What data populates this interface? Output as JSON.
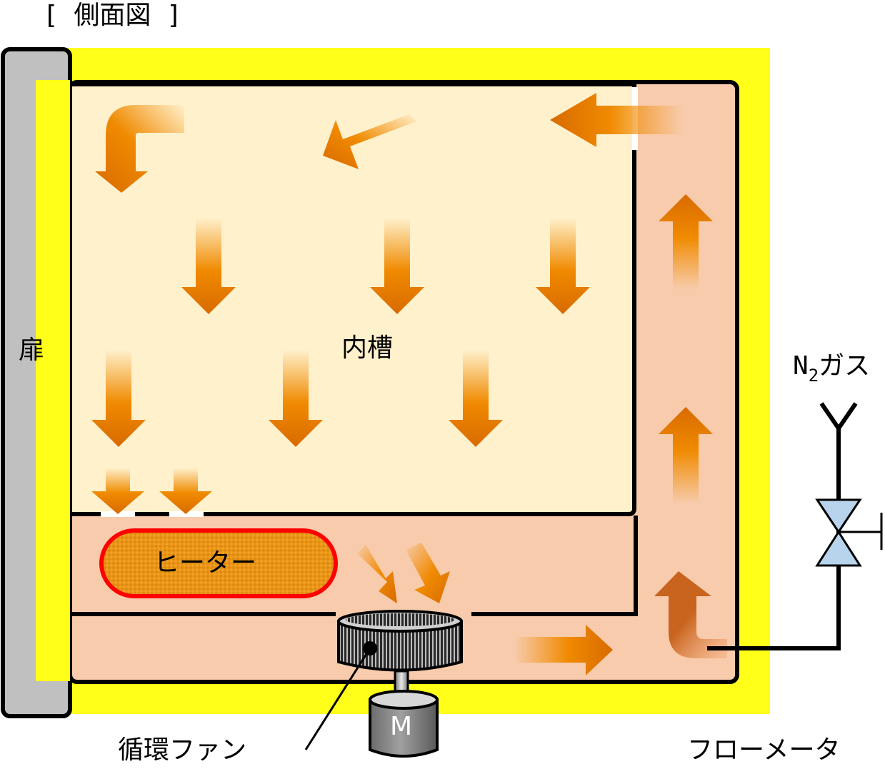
{
  "labels": {
    "view_title": "[ 側面図 ]",
    "door": "扉",
    "inner_chamber": "内槽",
    "heater": "ヒーター",
    "gas_n": "N",
    "gas_sub": "2",
    "gas_rest": "ガス",
    "fan": "循環ファン",
    "motor": "M",
    "flowmeter": "フローメータ"
  },
  "colors": {
    "insulation": "#ffff1a",
    "outer_chamber": "#f7cbab",
    "inner_chamber": "#fff1cc",
    "door": "#c0c0c0",
    "heater_fill": "#f0a020",
    "heater_border": "#ff0000",
    "arrow_orange": "#f08a00",
    "arrow_brown": "#c8641e",
    "valve": "#b8d4ec",
    "outline": "#000000"
  }
}
